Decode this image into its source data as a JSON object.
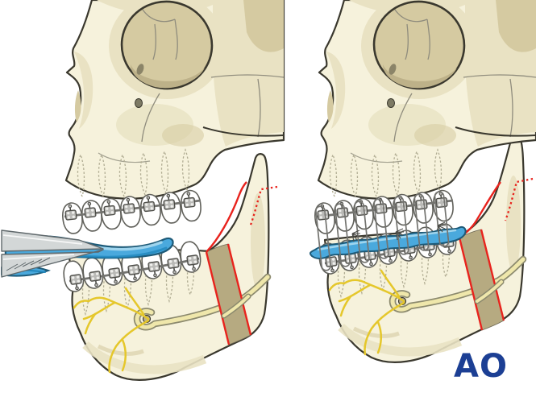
{
  "figure": {
    "type": "two-panel surgical illustration",
    "subject": "occlusal splint placement with orthodontic braces and ramus osteotomy",
    "panels": [
      {
        "id": "left",
        "elements": [
          "skull",
          "maxillary-braces",
          "mandibular-braces",
          "occlusal-splint",
          "splint-holding-forceps",
          "osteotomy-lines",
          "inferior-alveolar-nerve"
        ]
      },
      {
        "id": "right",
        "elements": [
          "skull",
          "maxillary-braces",
          "mandibular-braces",
          "occlusal-splint-seated",
          "intermaxillary-wire-loops",
          "osteotomy-lines",
          "inferior-alveolar-nerve"
        ]
      }
    ]
  },
  "logo": {
    "text": "AO"
  },
  "colors": {
    "background": "#ffffff",
    "bone": "#f6f2dc",
    "boneshade": "#e9e2c3",
    "bonedark": "#d5caa1",
    "bonedarker": "#bdb189",
    "outline": "#3a382e",
    "thinline": "#8f8c7d",
    "tooth": "#ffffff",
    "toothline": "#60605a",
    "bracket": "#b9b9b6",
    "bracketdark": "#4c4c47",
    "bracketlight": "#efefec",
    "wire": "#73736f",
    "splint": "#4aa9dd",
    "splintlight": "#a9d9f0",
    "splintdark": "#2187bd",
    "splintoutline": "#1d5a78",
    "nerve": "#e5c72b",
    "canalfill": "#efe7ab",
    "canalline": "#8c8a6e",
    "red": "#e8231d",
    "khaki": "#b6aa81",
    "instrument": "#d3d7d7",
    "instrumentdark": "#5f686b",
    "rootline": "#b0ac92",
    "logo": "#1c3f94"
  }
}
